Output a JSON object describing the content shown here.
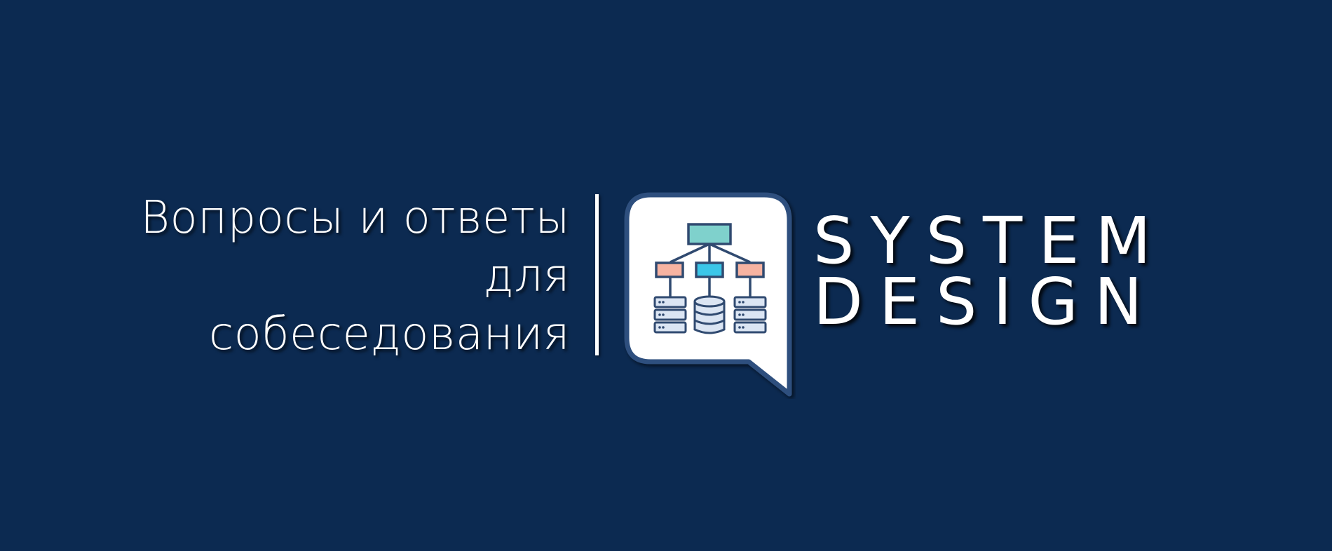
{
  "tagline": {
    "line1": "Вопросы и ответы",
    "line2": "для",
    "line3": "собеседования"
  },
  "title": {
    "line1": "SYSTEM",
    "line2": "DESIGN"
  },
  "logo": {
    "icon": "system-architecture-diagram-icon",
    "colors": {
      "background": "#0c2a51",
      "bubble_fill": "#ffffff",
      "bubble_border": "#2e4f7e",
      "line": "#304a70",
      "top_node": "#7fd1cc",
      "side_node": "#f7b3a1",
      "center_node": "#3bc6e8",
      "storage": "#dbe5f3"
    }
  }
}
